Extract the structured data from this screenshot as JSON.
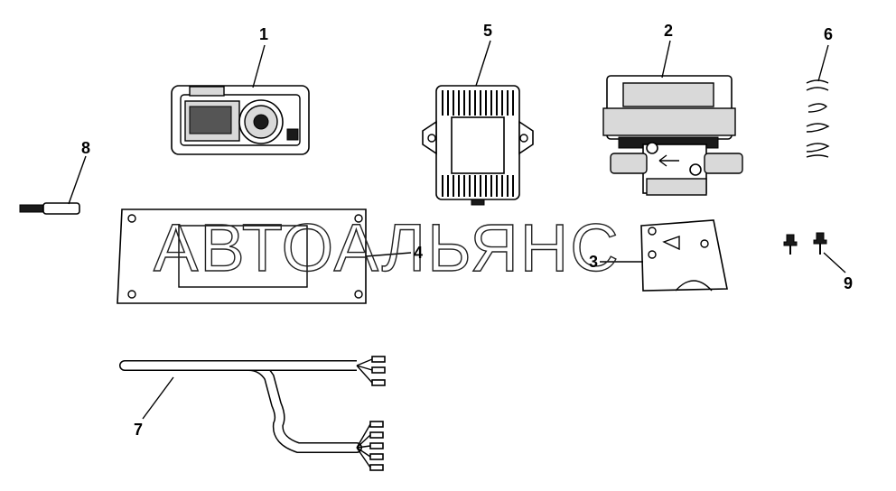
{
  "watermark": "АВТОАЛЬЯНС",
  "callouts": {
    "c1": "1",
    "c2": "2",
    "c3": "3",
    "c4": "4",
    "c5": "5",
    "c6": "6",
    "c7": "7",
    "c8": "8",
    "c9": "9"
  }
}
